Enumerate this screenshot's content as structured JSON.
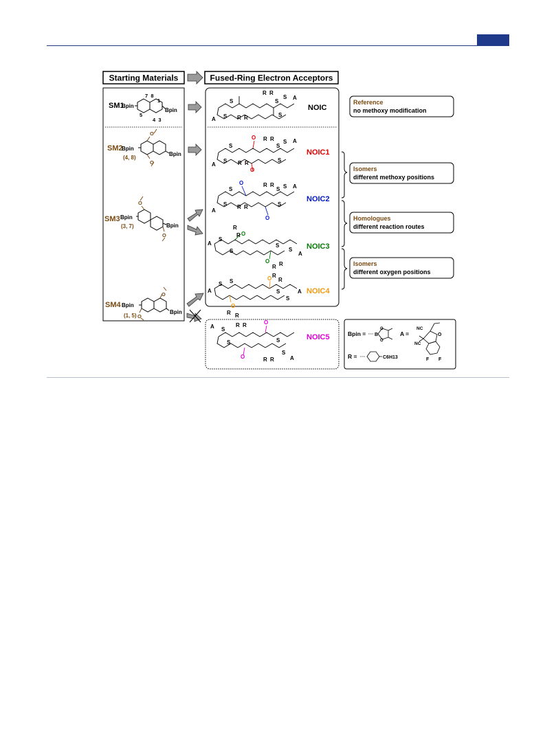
{
  "header": {
    "left_title": "Starting Materials",
    "right_title": "Fused-Ring Electron Acceptors"
  },
  "colors": {
    "brown": "#7a4a12",
    "red": "#e00000",
    "blue": "#0018c8",
    "green": "#067a06",
    "orange": "#f39a10",
    "magenta": "#e000d6",
    "rule": "#1f3a8a"
  },
  "starting_materials": [
    {
      "id": "SM1",
      "subs": {
        "top": "7  8",
        "right": "1",
        "left": "5",
        "bottom": "4  3"
      }
    },
    {
      "id": "SM2",
      "positions": "(4, 8)"
    },
    {
      "id": "SM3",
      "positions": "(3, 7)"
    },
    {
      "id": "SM4",
      "positions": "(1, 5)"
    }
  ],
  "groups": {
    "bpin": "Bpin",
    "r": "R",
    "a": "A",
    "s": "S",
    "o": "O"
  },
  "acceptors": [
    {
      "name": "NOIC",
      "color": "#000000"
    },
    {
      "name": "NOIC1",
      "color": "#e00000"
    },
    {
      "name": "NOIC2",
      "color": "#0018c8"
    },
    {
      "name": "NOIC3",
      "color": "#067a06"
    },
    {
      "name": "NOIC4",
      "color": "#f39a10"
    },
    {
      "name": "NOIC5",
      "color": "#e000d6"
    }
  ],
  "notes": [
    {
      "title": "Reference",
      "body": "no methoxy modification"
    },
    {
      "title": "Isomers",
      "body": "different methoxy positions"
    },
    {
      "title": "Homologues",
      "body": "different reaction routes"
    },
    {
      "title": "Isomers",
      "body": "different oxygen positions"
    }
  ],
  "legend": {
    "bpin_label": "Bpin =",
    "a_label": "A =",
    "r_label": "R =",
    "nc1": "NC",
    "nc2": "NC",
    "o": "O",
    "f1": "F",
    "f2": "F",
    "hexyl": "C6H13",
    "b": "B",
    "o1": "O",
    "o2": "O"
  }
}
